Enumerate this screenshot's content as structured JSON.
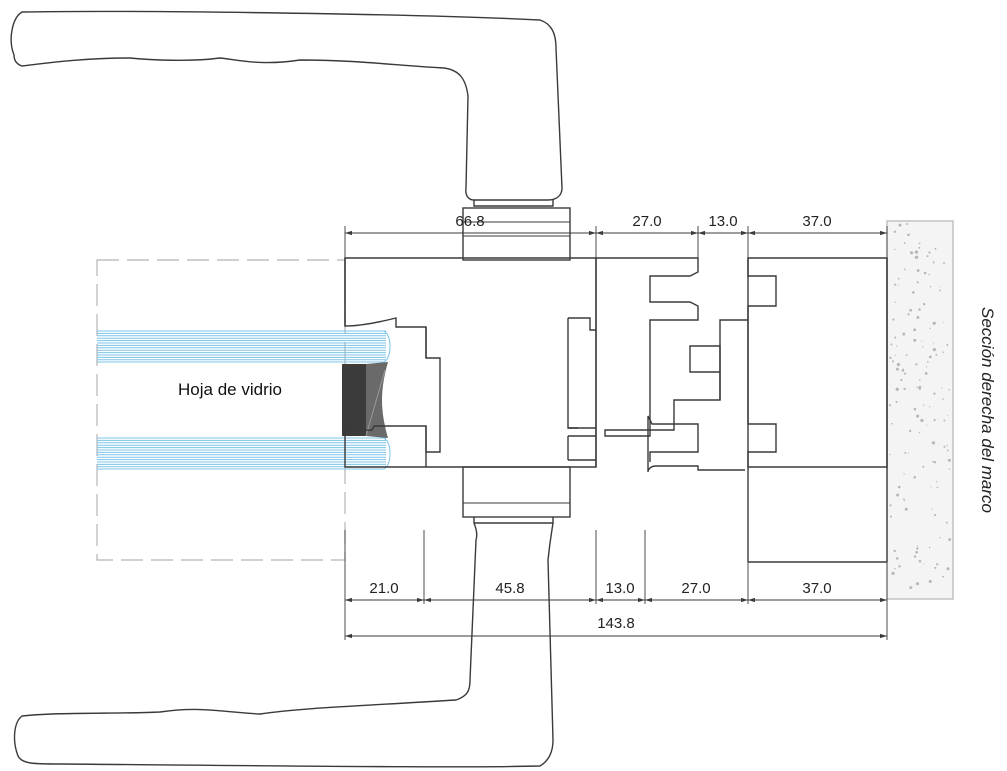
{
  "labels": {
    "glass": "Hoja de vidrio",
    "frame_section": "Sección derecha del marco"
  },
  "dimensions": {
    "top": [
      "66.8",
      "27.0",
      "13.0",
      "37.0"
    ],
    "bottom": [
      "21.0",
      "45.8",
      "13.0",
      "27.0",
      "37.0"
    ],
    "total": "143.8"
  },
  "colors": {
    "line": "#3a3a3a",
    "glass_lines": "#7cc4e8",
    "seal_dark": "#3b3b3b",
    "seal_mid": "#6a6a6a",
    "dashed_outline": "#b3b3b3",
    "concrete_fill": "#f4f4f4"
  }
}
